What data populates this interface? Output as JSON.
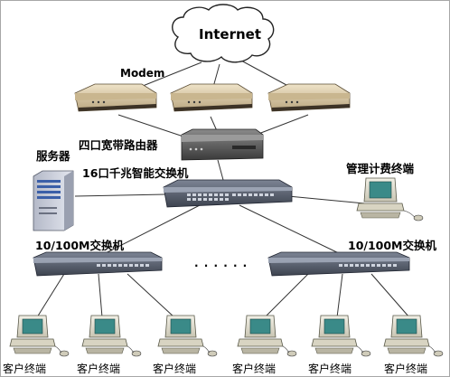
{
  "labels": {
    "internet": "Internet",
    "modem": "Modem",
    "router": "四口宽带路由器",
    "core_switch": "16口千兆智能交换机",
    "server": "服务器",
    "billing": "管理计费终端",
    "switch_left": "10/100M交换机",
    "switch_right": "10/100M交换机",
    "ellipsis": "· · · · · ·",
    "clients": [
      "客户终端",
      "客户终端",
      "客户终端",
      "客户终端",
      "客户终端",
      "客户终端"
    ]
  },
  "colors": {
    "line": "#333333",
    "modem_body": "#d8c8a8",
    "router_body": "#5a5a5a",
    "switch_body": "#4e5562",
    "server_body": "#c7cbd6",
    "pc_body": "#e6e3d6",
    "screen": "#3a8a88"
  }
}
